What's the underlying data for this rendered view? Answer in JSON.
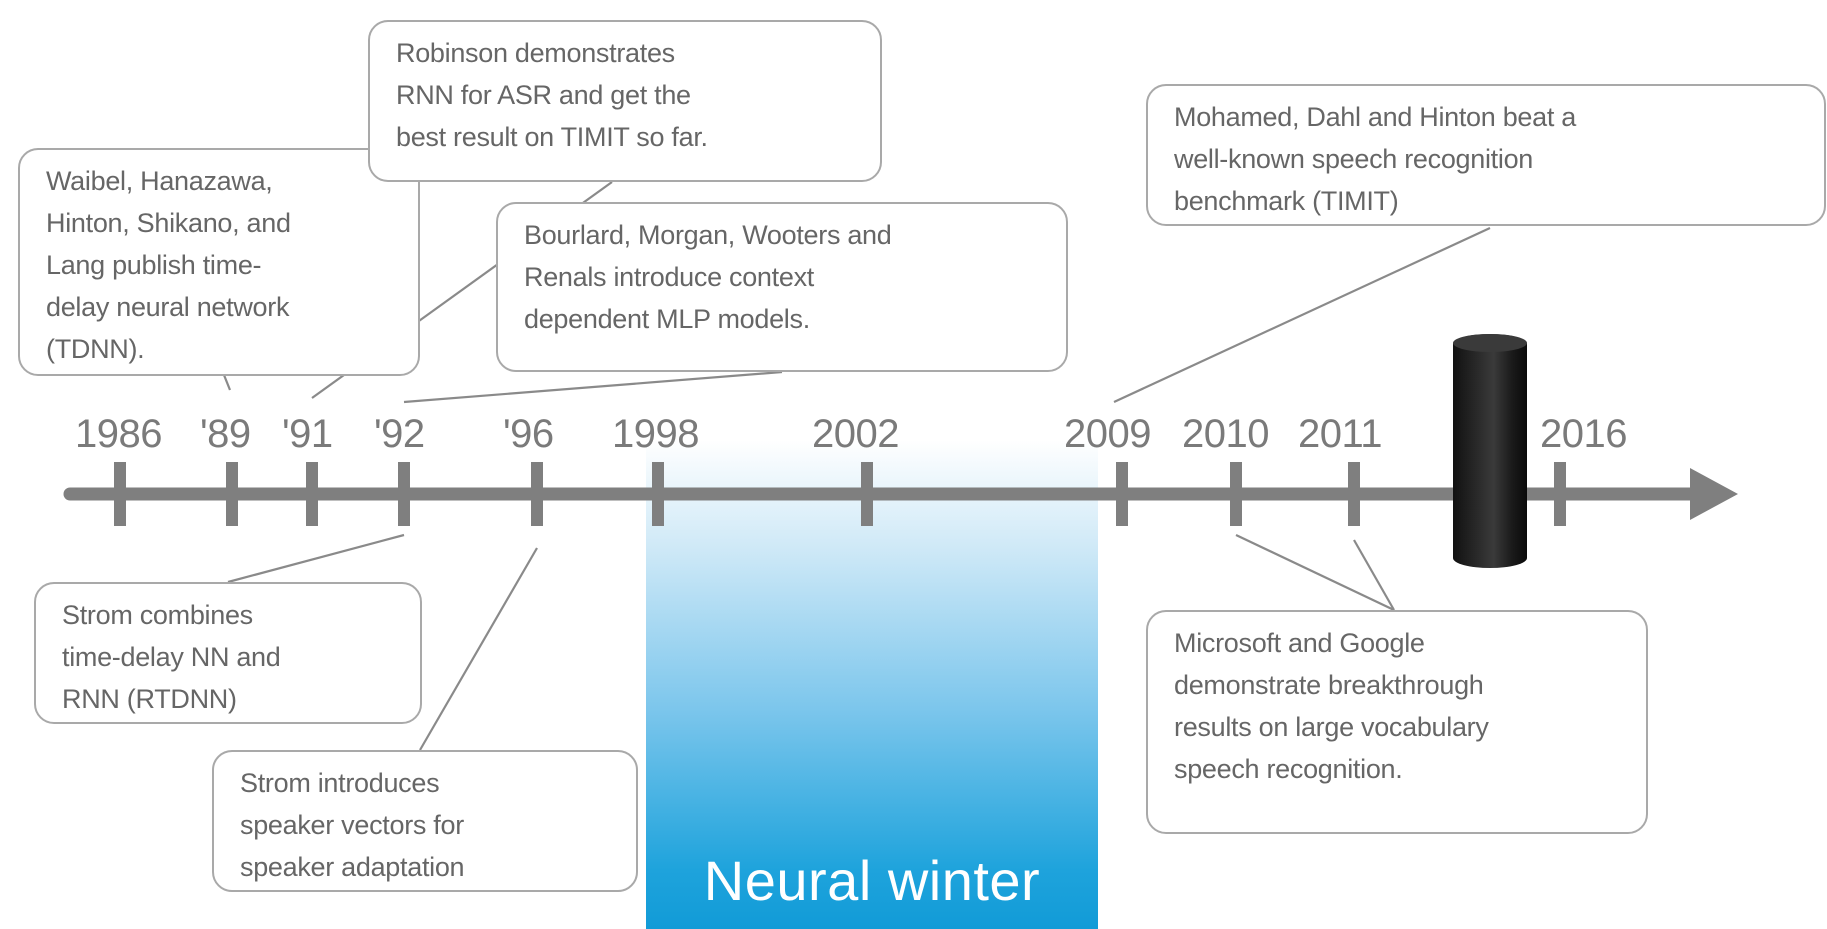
{
  "timeline": {
    "years": [
      {
        "id": "1986",
        "label": "1986"
      },
      {
        "id": "1989",
        "label": "'89"
      },
      {
        "id": "1991",
        "label": "'91"
      },
      {
        "id": "1992",
        "label": "'92"
      },
      {
        "id": "1996",
        "label": "'96"
      },
      {
        "id": "1998",
        "label": "1998"
      },
      {
        "id": "2002",
        "label": "2002"
      },
      {
        "id": "2009",
        "label": "2009"
      },
      {
        "id": "2010",
        "label": "2010"
      },
      {
        "id": "2011",
        "label": "2011"
      },
      {
        "id": "2016",
        "label": "2016"
      }
    ],
    "axis_color": "#7f7f7f"
  },
  "period": {
    "label": "Neural winter",
    "color": "#1ea3dc"
  },
  "callouts": {
    "waibel": [
      "Waibel, Hanazawa,",
      "Hinton, Shikano, and",
      "Lang publish time-",
      "delay neural network",
      "(TDNN)."
    ],
    "robinson": [
      "Robinson demonstrates",
      "RNN for ASR and get the",
      "best result on TIMIT so far."
    ],
    "bourlard": [
      "Bourlard, Morgan, Wooters and",
      "Renals introduce context",
      "dependent MLP models."
    ],
    "mohamed": [
      "Mohamed, Dahl and Hinton beat a",
      "well-known speech recognition",
      "benchmark (TIMIT)"
    ],
    "strom_rtdnn": [
      "Strom combines",
      "time-delay NN and",
      "RNN (RTDNN)"
    ],
    "strom_speaker": [
      "Strom introduces",
      "speaker vectors for",
      "speaker adaptation"
    ],
    "microsoft_google": [
      "Microsoft and Google",
      "demonstrate breakthrough",
      "results on large vocabulary",
      "speech recognition."
    ]
  },
  "device": {
    "icon": "smart-speaker-icon",
    "color": "#1a1a1a"
  }
}
